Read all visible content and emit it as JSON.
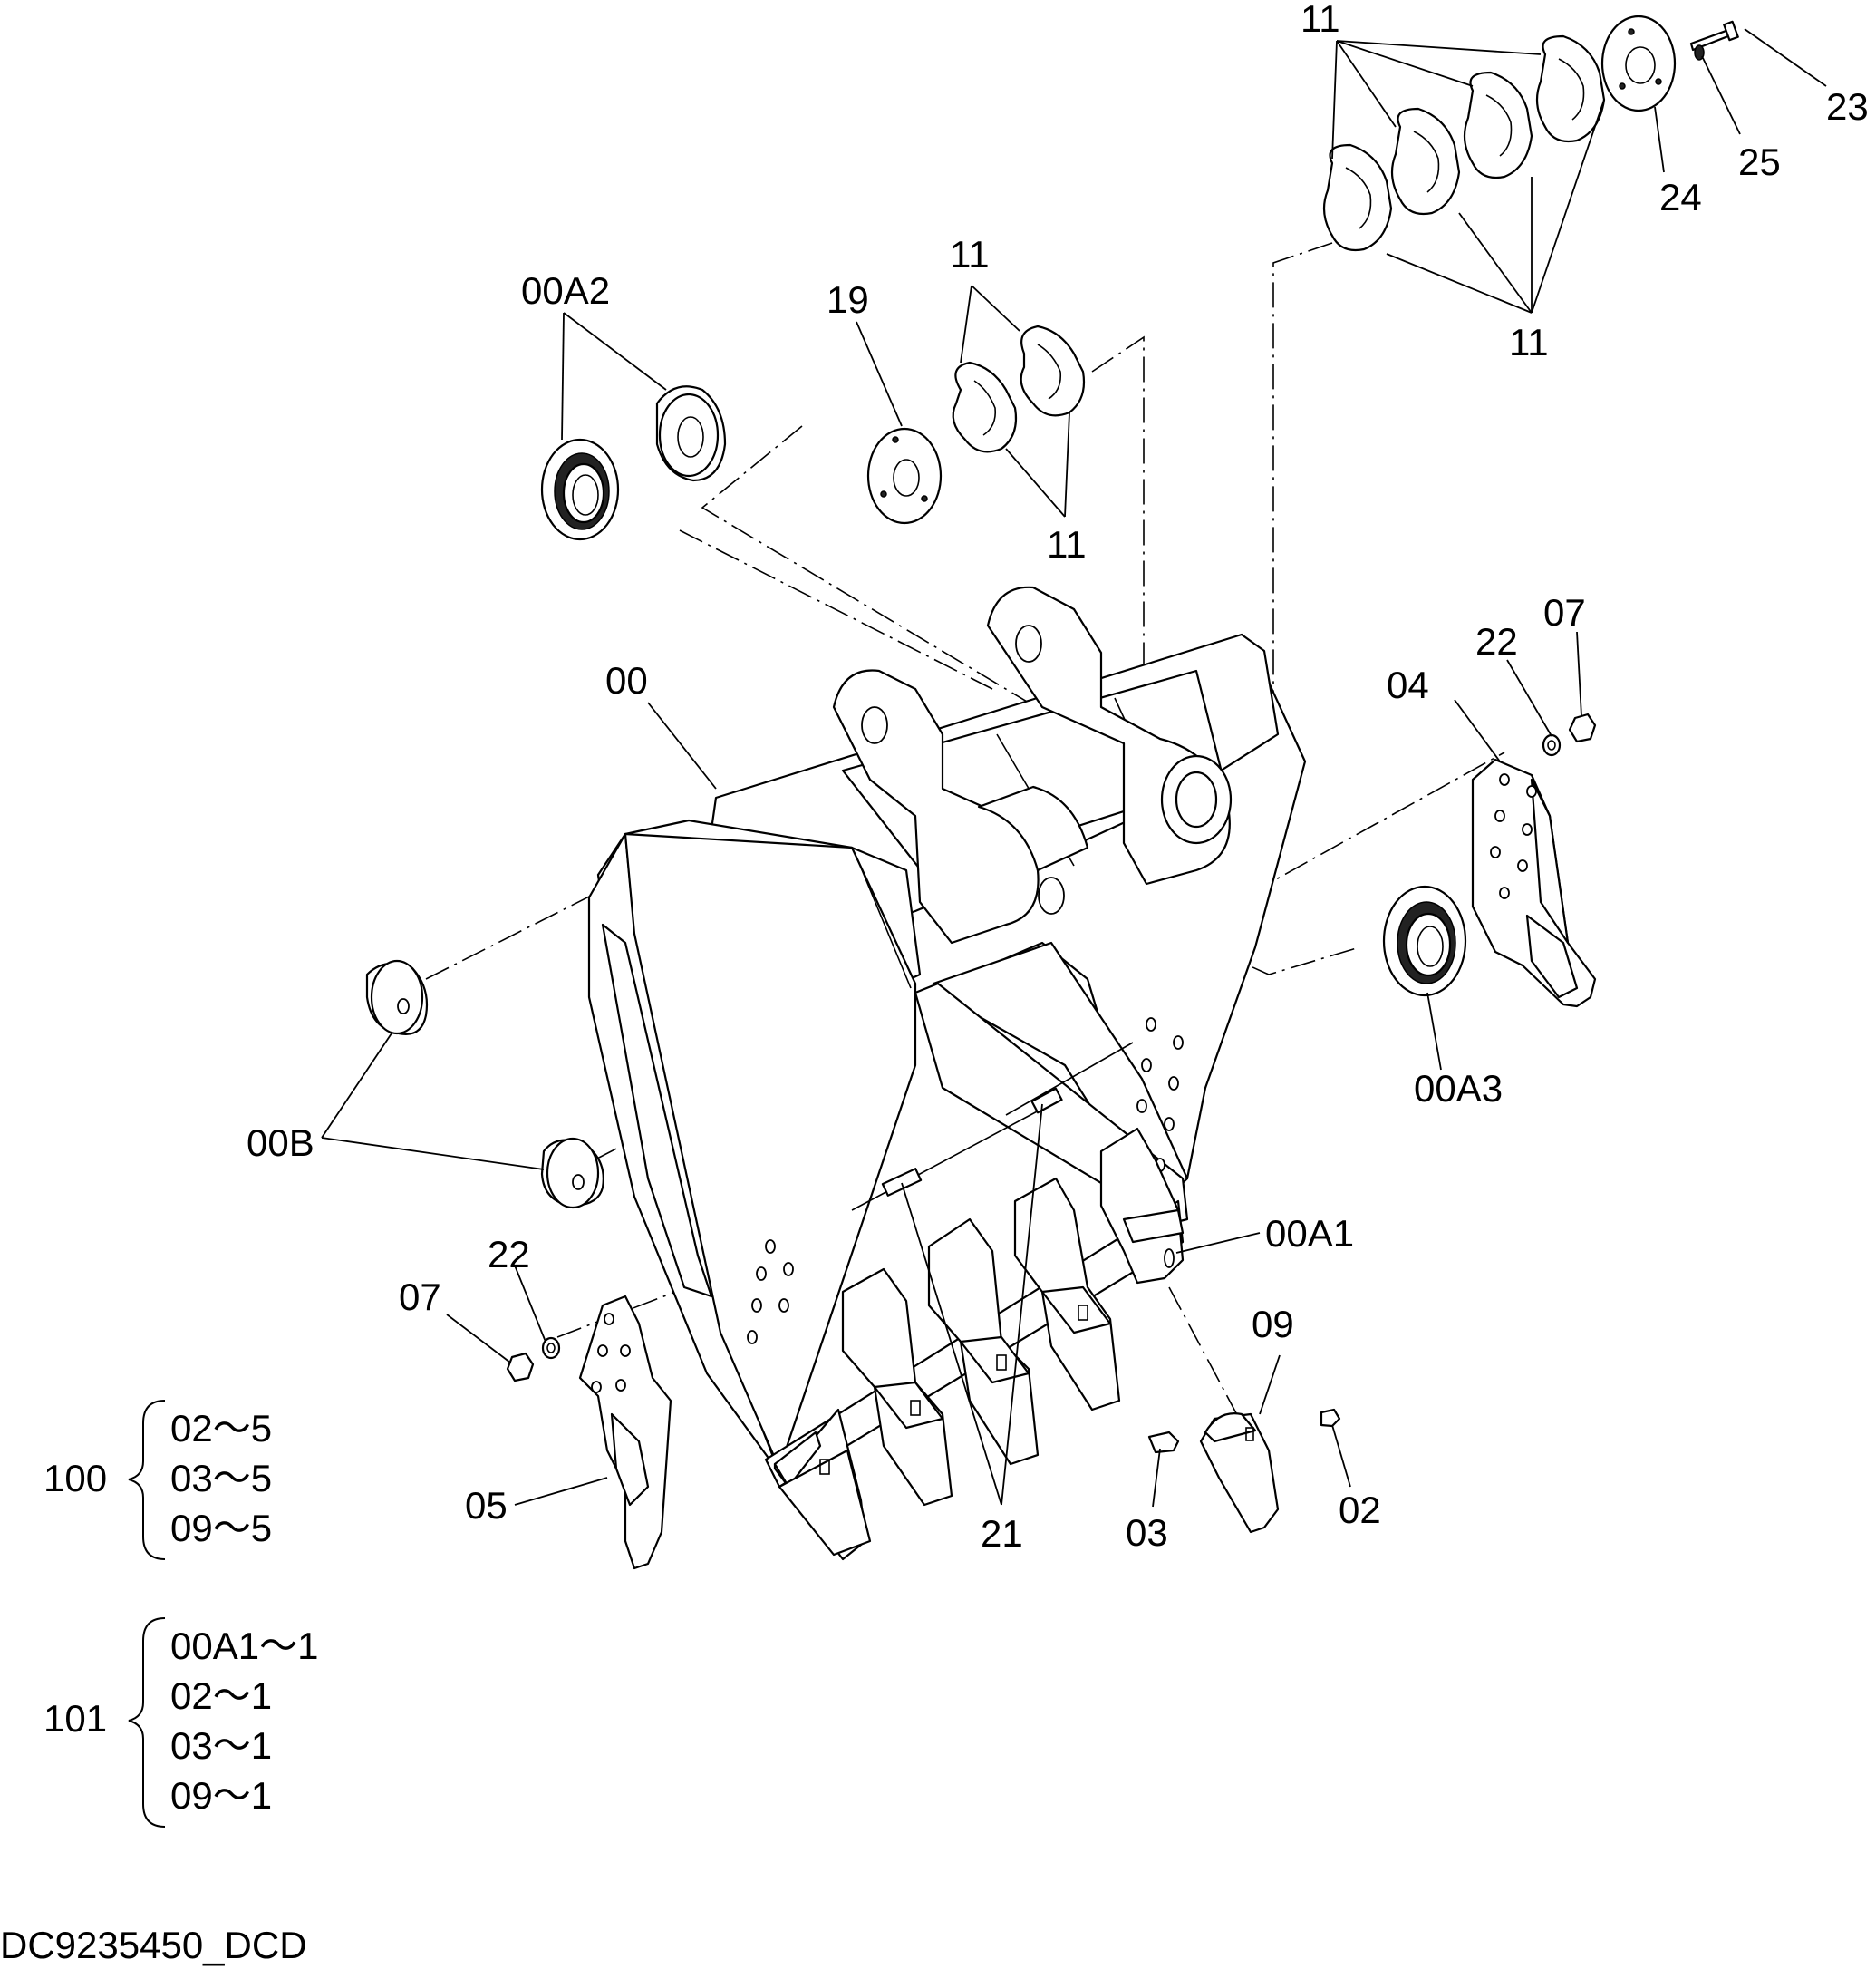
{
  "drawing_id": "DC9235450_DCD",
  "callouts": {
    "c11_top": "11",
    "c11_right": "11",
    "c11_mid_top": "11",
    "c11_mid_bottom": "11",
    "c23": "23",
    "c25": "25",
    "c24": "24",
    "c00A2": "00A2",
    "c19": "19",
    "c00": "00",
    "c22_right": "22",
    "c07_right": "07",
    "c04": "04",
    "c00A3": "00A3",
    "c00B": "00B",
    "c00A1": "00A1",
    "c22_left": "22",
    "c07_left": "07",
    "c09": "09",
    "c05": "05",
    "c21": "21",
    "c03": "03",
    "c02": "02"
  },
  "kits": [
    {
      "id": "100",
      "lines": [
        "02～5",
        "03～5",
        "09～5"
      ]
    },
    {
      "id": "101",
      "lines": [
        "00A1～1",
        "02～1",
        "03～1",
        "09～1"
      ]
    }
  ]
}
